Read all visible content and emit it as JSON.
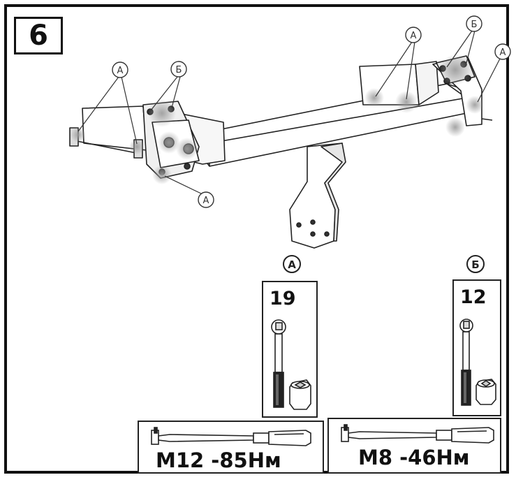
{
  "step": {
    "number": "6"
  },
  "callout_labels": {
    "a": "A",
    "b": "Б"
  },
  "tools": [
    {
      "group": "A",
      "socket_size": "19"
    },
    {
      "group": "Б",
      "socket_size": "12"
    }
  ],
  "torque_specs": [
    {
      "text": "M12 -85Нм"
    },
    {
      "text": "M8 -46Нм"
    }
  ]
}
